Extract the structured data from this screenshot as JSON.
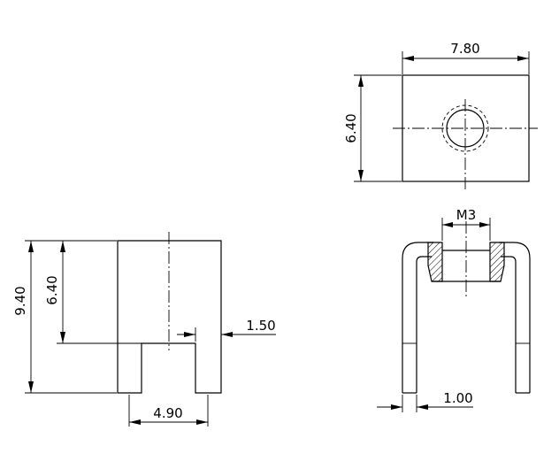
{
  "drawing": {
    "top_view": {
      "width_dim": "7.80",
      "height_dim": "6.40"
    },
    "side_view": {
      "total_height_dim": "9.40",
      "body_height_dim": "6.40",
      "thickness_dim": "1.50",
      "leg_spacing_dim": "4.90"
    },
    "front_view": {
      "thread_dim": "M3",
      "leg_thickness_dim": "1.00"
    }
  }
}
